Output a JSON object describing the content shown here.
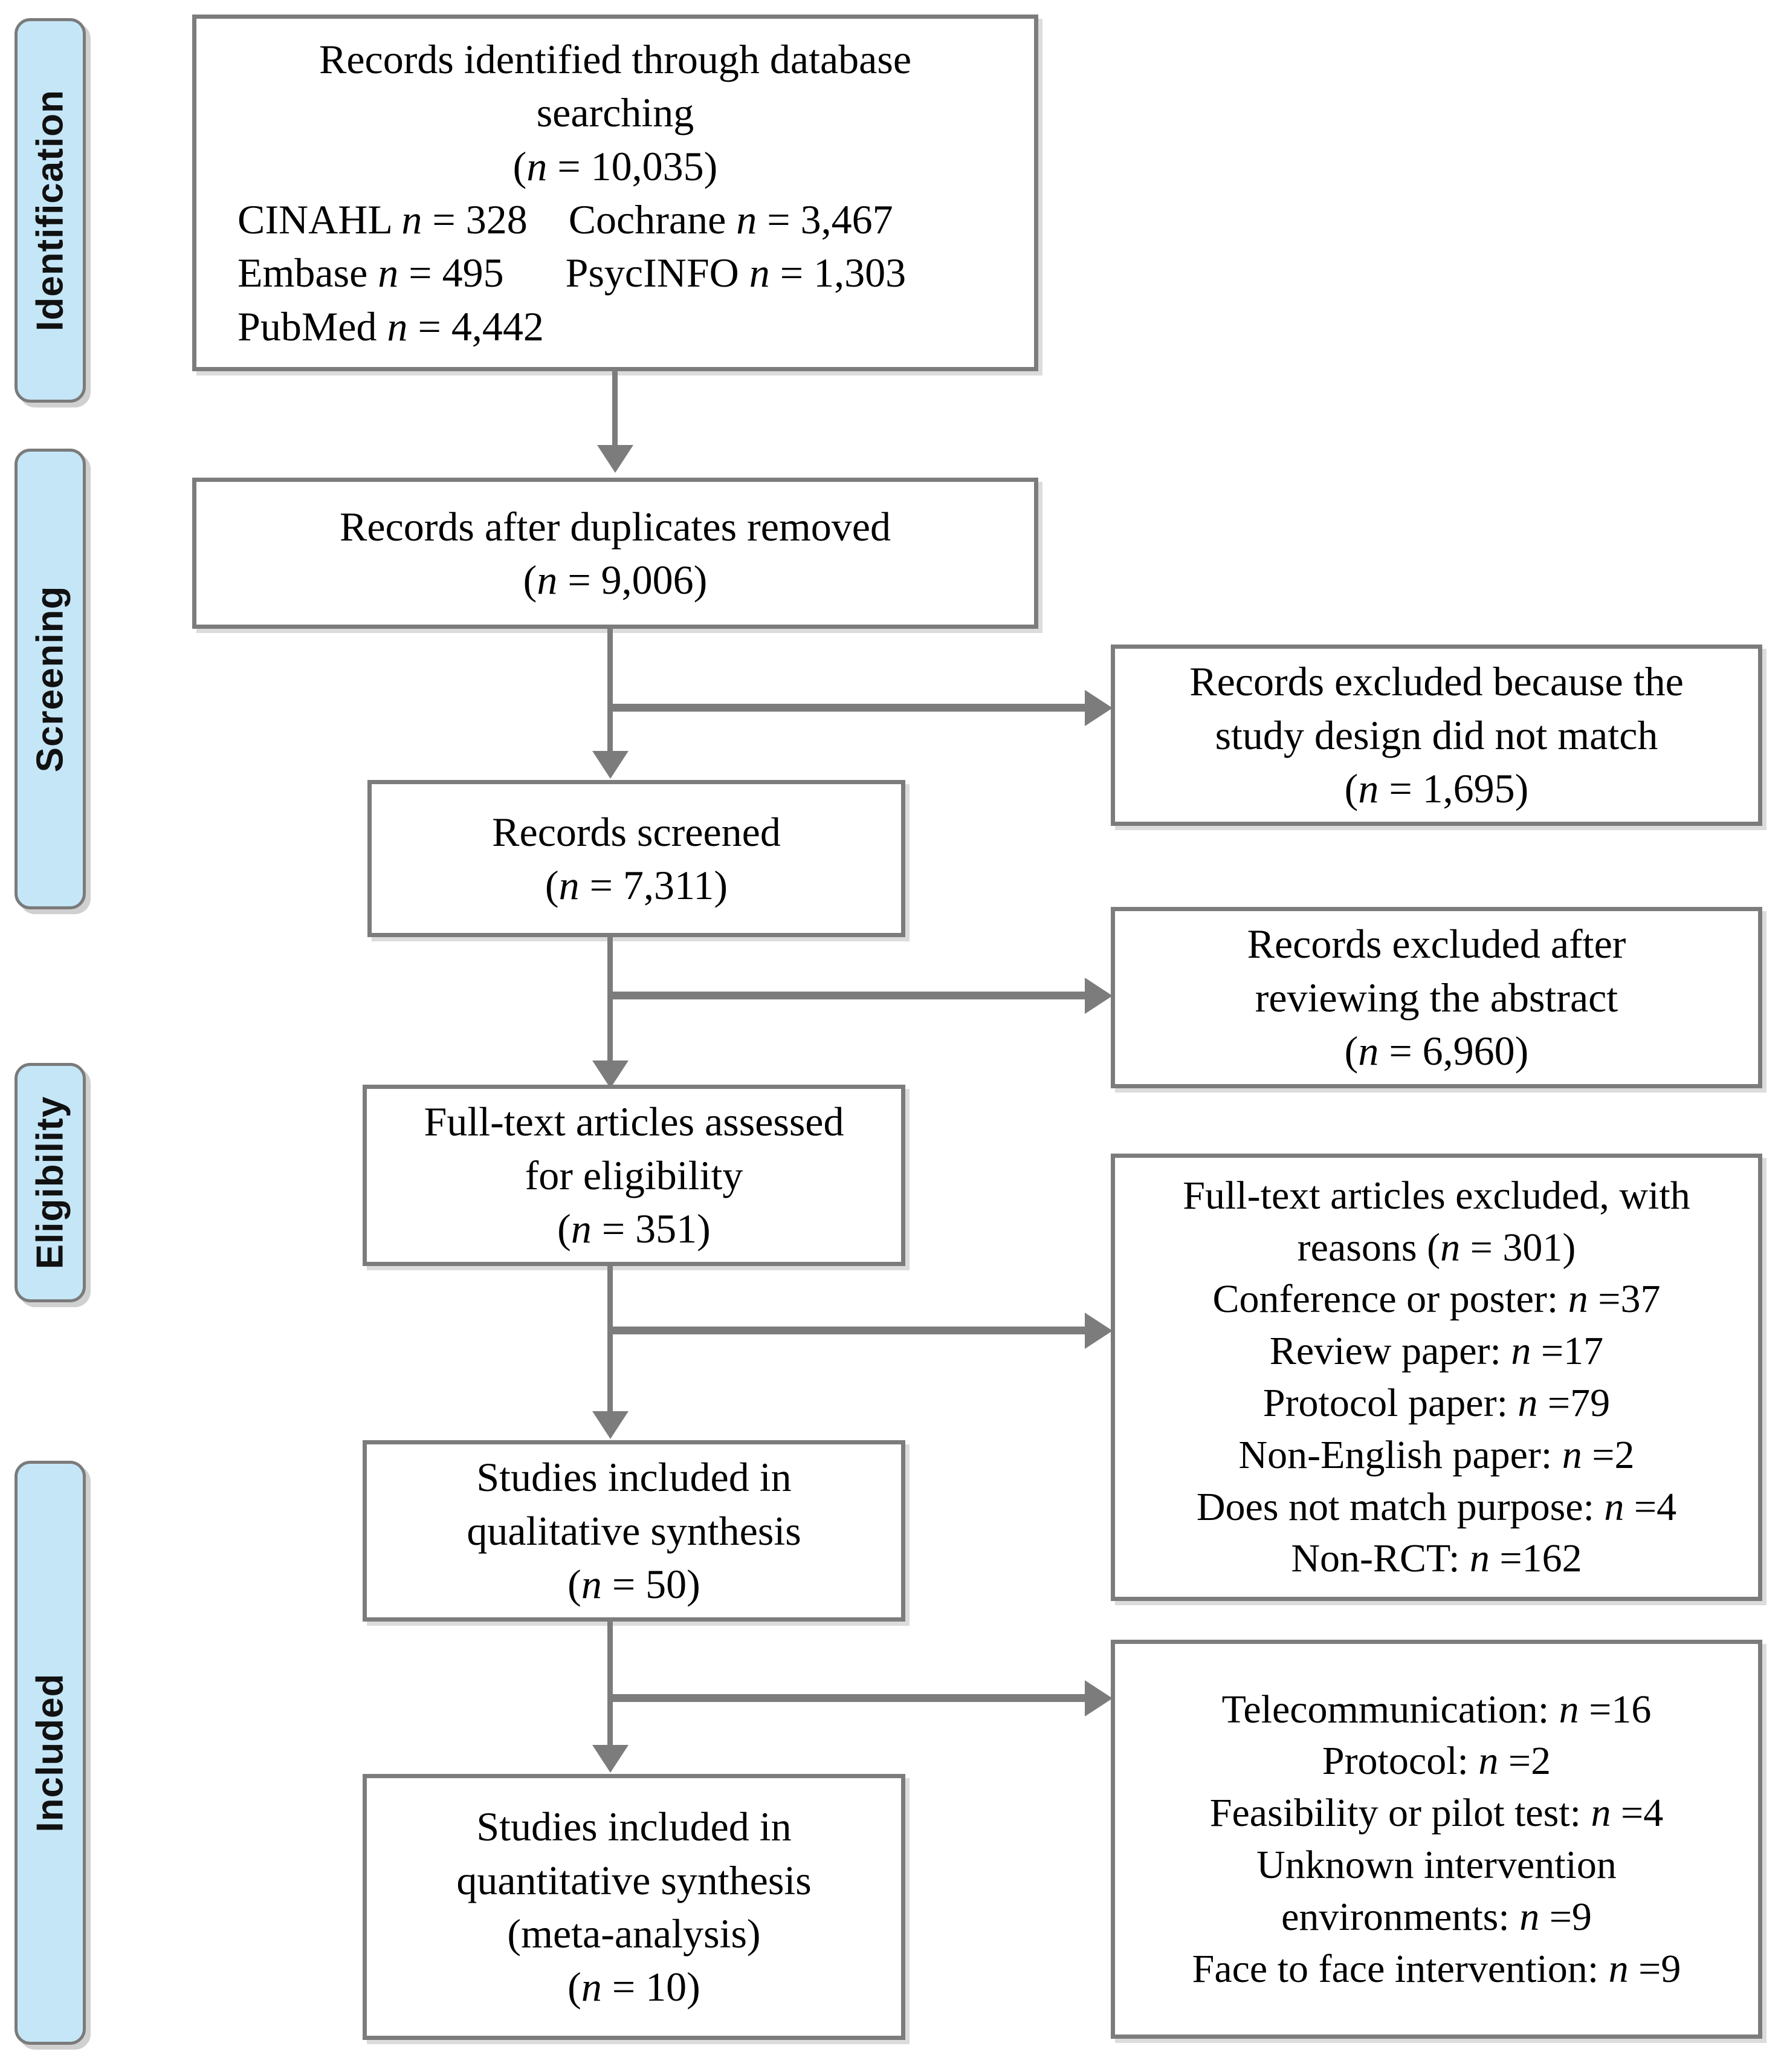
{
  "diagram": {
    "type": "prisma-flow-diagram",
    "stages": [
      {
        "id": "identification",
        "label": "Identification"
      },
      {
        "id": "screening",
        "label": "Screening"
      },
      {
        "id": "eligibility",
        "label": "Eligibility"
      },
      {
        "id": "included",
        "label": "Included"
      }
    ],
    "boxes": {
      "identified": {
        "lines": [
          "Records identified through database",
          "searching",
          "(n = 10,035)",
          "CINAHL n = 328    Cochrane n = 3,467",
          "Embase n = 495     PsycINFO n = 1,303",
          "PubMed n = 4,442"
        ],
        "title": "Records identified through database searching",
        "n": "10,035",
        "sources": [
          {
            "name": "CINAHL",
            "n": "328"
          },
          {
            "name": "Cochrane",
            "n": "3,467"
          },
          {
            "name": "Embase",
            "n": "495"
          },
          {
            "name": "PsycINFO",
            "n": "1,303"
          },
          {
            "name": "PubMed",
            "n": "4,442"
          }
        ]
      },
      "duplicates_removed": {
        "title": "Records after duplicates removed",
        "n": "9,006"
      },
      "screened": {
        "title": "Records screened",
        "n": "7,311"
      },
      "excluded_design": {
        "title": "Records excluded because the study design did not match",
        "n": "1,695"
      },
      "excluded_abstract": {
        "title": "Records excluded after reviewing the abstract",
        "n": "6,960"
      },
      "fulltext_assessed": {
        "title": "Full-text articles assessed for eligibility",
        "n": "351"
      },
      "fulltext_excluded": {
        "title": "Full-text articles excluded, with reasons",
        "n": "301",
        "reasons": [
          {
            "label": "Conference or poster",
            "n": "37"
          },
          {
            "label": "Review paper",
            "n": "17"
          },
          {
            "label": "Protocol paper",
            "n": "79"
          },
          {
            "label": "Non-English paper",
            "n": "2"
          },
          {
            "label": "Does not match purpose",
            "n": "4"
          },
          {
            "label": "Non-RCT",
            "n": "162"
          }
        ]
      },
      "qualitative": {
        "title": "Studies included in qualitative synthesis",
        "n": "50"
      },
      "quantitative_excluded": {
        "reasons": [
          {
            "label": "Telecommunication",
            "n": "16"
          },
          {
            "label": "Protocol",
            "n": "2"
          },
          {
            "label": "Feasibility or pilot test",
            "n": "4"
          },
          {
            "label": "Unknown intervention environments",
            "n": "9"
          },
          {
            "label": "Face to face intervention",
            "n": "9"
          }
        ]
      },
      "quantitative": {
        "title": "Studies included in quantitative synthesis (meta-analysis)",
        "n": "10"
      }
    },
    "colors": {
      "stage_fill": "#c5e6f7",
      "stroke": "#7c7c7c",
      "box_fill": "#ffffff",
      "text": "#000000"
    }
  }
}
